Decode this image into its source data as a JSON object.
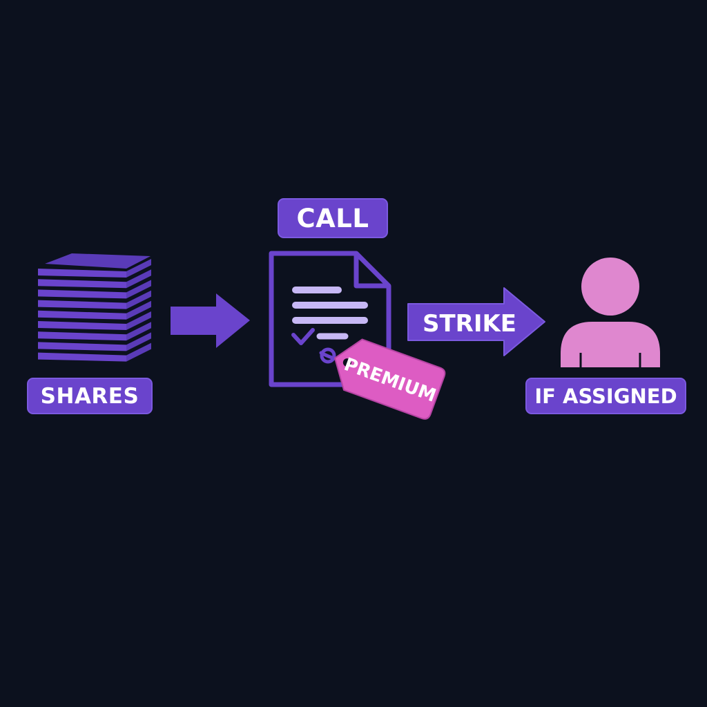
{
  "labels": {
    "shares": "SHARES",
    "call": "CALL",
    "strike": "STRIKE",
    "premium": "PREMIUM",
    "assigned": "IF ASSIGNED"
  },
  "icons": {
    "stack": "share-stack-icon",
    "document": "contract-document-icon",
    "tag": "price-tag-icon",
    "person": "person-icon"
  },
  "colors": {
    "background": "#0c111e",
    "purple": "#6a44cc",
    "lavender": "#c7b8f5",
    "pink": "#dd5cc3",
    "person": "#df87cf"
  }
}
